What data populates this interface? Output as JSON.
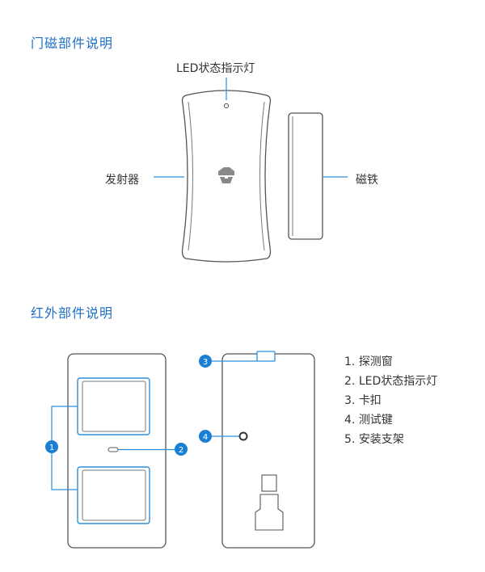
{
  "door_section": {
    "title": "门磁部件说明",
    "led_label": "LED状态指示灯",
    "transmitter_label": "发射器",
    "magnet_label": "磁铁"
  },
  "pir_section": {
    "title": "红外部件说明",
    "badges": [
      "1",
      "2",
      "3",
      "4"
    ],
    "items": [
      {
        "num": "1.",
        "text": "探测窗"
      },
      {
        "num": "2.",
        "text": "LED状态指示灯"
      },
      {
        "num": "3.",
        "text": "卡扣"
      },
      {
        "num": "4.",
        "text": "测试键"
      },
      {
        "num": "5.",
        "text": "安装支架"
      }
    ]
  },
  "colors": {
    "accent": "#1e6fc4",
    "badge": "#1a7fd4",
    "stroke": "#555555",
    "leader": "#2a8fdc"
  }
}
